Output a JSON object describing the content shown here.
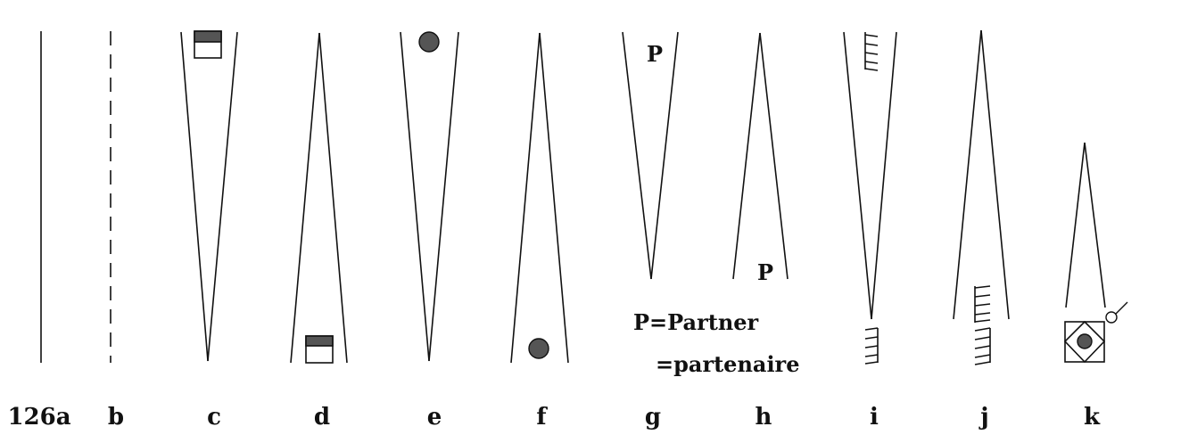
{
  "figure": {
    "labels": [
      "126a",
      "b",
      "c",
      "d",
      "e",
      "f",
      "g",
      "h",
      "i",
      "j",
      "k"
    ],
    "p_marker_text": "P",
    "legend": {
      "line1": "P=Partner",
      "line2": "=partenaire"
    }
  },
  "colors": {
    "ink": "#111111",
    "fill_dark": "#555555"
  }
}
